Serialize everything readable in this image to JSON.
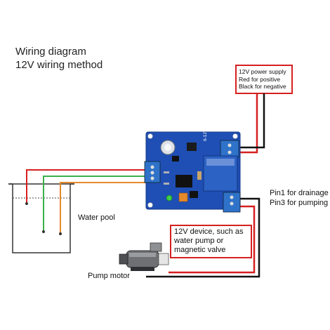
{
  "title": {
    "line1": "Wiring diagram",
    "line2": "12V wiring method"
  },
  "power_supply": {
    "line1": "12V power supply",
    "line2": "Red for positive",
    "line3": "Black for negative"
  },
  "board_label": "6-12V",
  "pins_label": {
    "line1": "Pin1 for drainage",
    "line2": "Pin3 for pumping"
  },
  "water_pool_label": "Water pool",
  "device": {
    "line1": "12V device, such as",
    "line2": "water pump or",
    "line3": "magnetic valve"
  },
  "pump_motor_label": "Pump motor",
  "colors": {
    "wire_red": "#d62020",
    "wire_black": "#111111",
    "wire_green": "#3bb04a",
    "wire_orange": "#e48a2a",
    "board_blue": "#1f4fb5",
    "terminal_blue": "#2f72c9"
  }
}
